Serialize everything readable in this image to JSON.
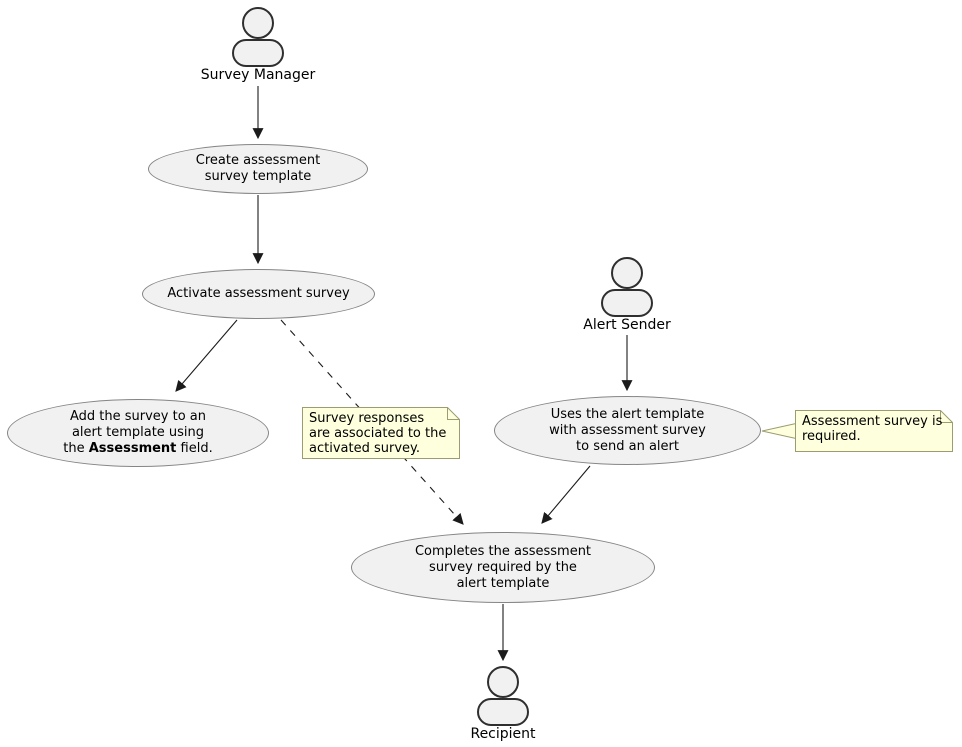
{
  "colors": {
    "background": "#ffffff",
    "shape_fill": "#f1f1f1",
    "shape_border": "#858585",
    "actor_outline": "#2f2f2f",
    "note_fill": "#feffdd",
    "note_border": "#9c9c70",
    "line": "#1b1b1b",
    "text": "#000000"
  },
  "actors": {
    "survey_manager": {
      "label": "Survey Manager"
    },
    "alert_sender": {
      "label": "Alert Sender"
    },
    "recipient": {
      "label": "Recipient"
    }
  },
  "usecases": {
    "create_template": {
      "line1": "Create assessment",
      "line2": "survey template"
    },
    "activate_survey": {
      "line1": "Activate assessment survey"
    },
    "add_to_alert_template": {
      "line1": "Add the survey to an",
      "line2": "alert template using",
      "line3_pre": "the ",
      "line3_bold": "Assessment",
      "line3_post": " field."
    },
    "use_alert_template": {
      "line1": "Uses the alert template",
      "line2": "with assessment survey",
      "line3": "to send an alert"
    },
    "complete_survey": {
      "line1": "Completes the assessment",
      "line2": "survey required by the",
      "line3": "alert template"
    }
  },
  "notes": {
    "survey_responses": {
      "line1": "Survey responses",
      "line2": "are associated to the",
      "line3": "activated survey."
    },
    "assessment_required": {
      "line1": "Assessment survey is",
      "line2": "required."
    }
  }
}
